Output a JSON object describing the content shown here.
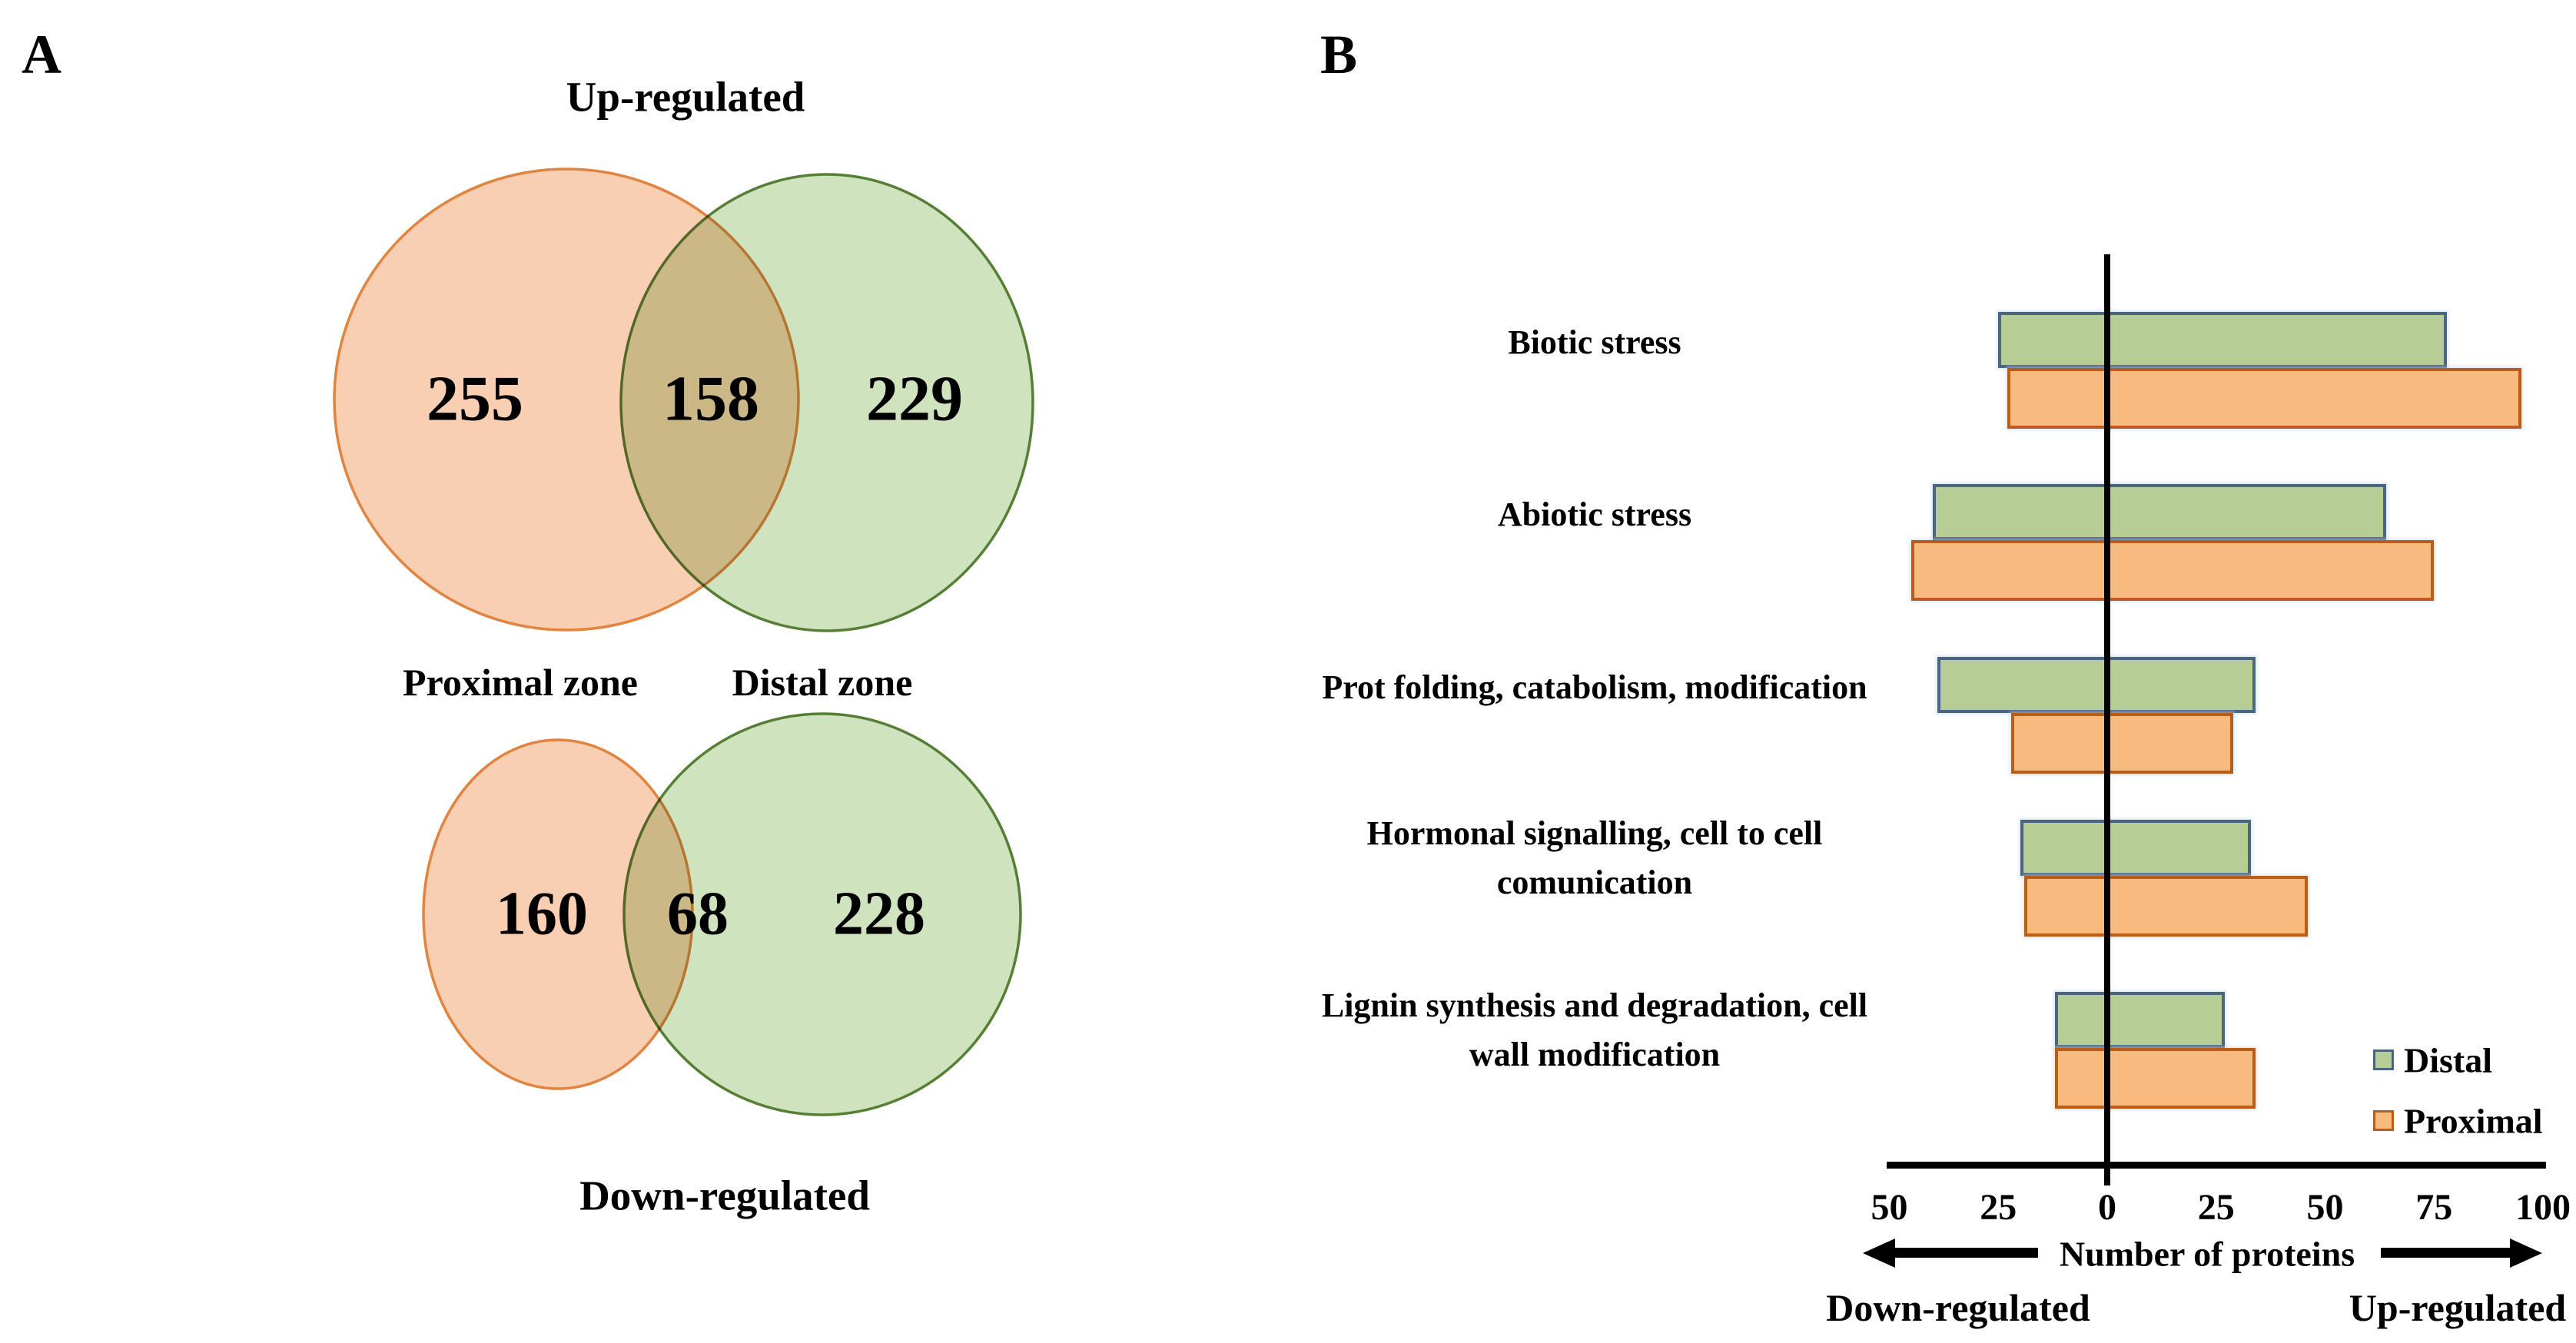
{
  "figure": {
    "panel_a_label": "A",
    "panel_b_label": "B"
  },
  "venn": {
    "up": {
      "title": "Up-regulated",
      "left_value": "255",
      "overlap_value": "158",
      "right_value": "229"
    },
    "left_set_label": "Proximal zone",
    "right_set_label": "Distal zone",
    "down": {
      "title": "Down-regulated",
      "left_value": "160",
      "overlap_value": "68",
      "right_value": "228"
    }
  },
  "colors": {
    "proximal_fill": "#F9CFB4",
    "proximal_stroke": "#E08440",
    "distal_fill": "#CFE3BF",
    "distal_stroke": "#567F35",
    "bar_distal_fill": "#B6CD95",
    "bar_distal_stroke": "#4A6580",
    "bar_proximal_fill": "#F9BA7E",
    "bar_proximal_stroke": "#BA5D1B",
    "axis": "#000000"
  },
  "chart": {
    "axis_label": "Number of proteins",
    "negative_label": "Down-regulated",
    "positive_label": "Up-regulated",
    "legend": [
      {
        "name": "Distal"
      },
      {
        "name": "Proximal"
      }
    ]
  },
  "chart_data": {
    "type": "bar",
    "orientation": "horizontal_diverging",
    "title": "",
    "xlabel": "Number of proteins",
    "ylabel": "",
    "xlim": [
      -55,
      107
    ],
    "grid": false,
    "legend_position": "lower right",
    "x_ticks": [
      -50,
      -25,
      0,
      25,
      50,
      75,
      100
    ],
    "x_tick_labels": [
      "50",
      "25",
      "0",
      "25",
      "50",
      "75",
      "100"
    ],
    "direction_negative": "Down-regulated",
    "direction_positive": "Up-regulated",
    "categories": [
      "Biotic stress",
      "Abiotic stress",
      "Prot folding, catabolism, modification",
      "Hormonal signalling, cell to cell comunication",
      "Lignin synthesis and degradation, cell wall modification"
    ],
    "category_lines": [
      [
        "Biotic stress"
      ],
      [
        "Abiotic stress"
      ],
      [
        "Prot folding, catabolism, modification"
      ],
      [
        "Hormonal signalling, cell to cell",
        "comunication"
      ],
      [
        "Lignin synthesis and degradation, cell",
        "wall modification"
      ]
    ],
    "series": [
      {
        "name": "Distal",
        "down": [
          25,
          40,
          39,
          20,
          12
        ],
        "up": [
          78,
          64,
          34,
          33,
          27
        ]
      },
      {
        "name": "Proximal",
        "down": [
          23,
          45,
          22,
          19,
          12
        ],
        "up": [
          95,
          75,
          29,
          46,
          34
        ]
      }
    ]
  }
}
